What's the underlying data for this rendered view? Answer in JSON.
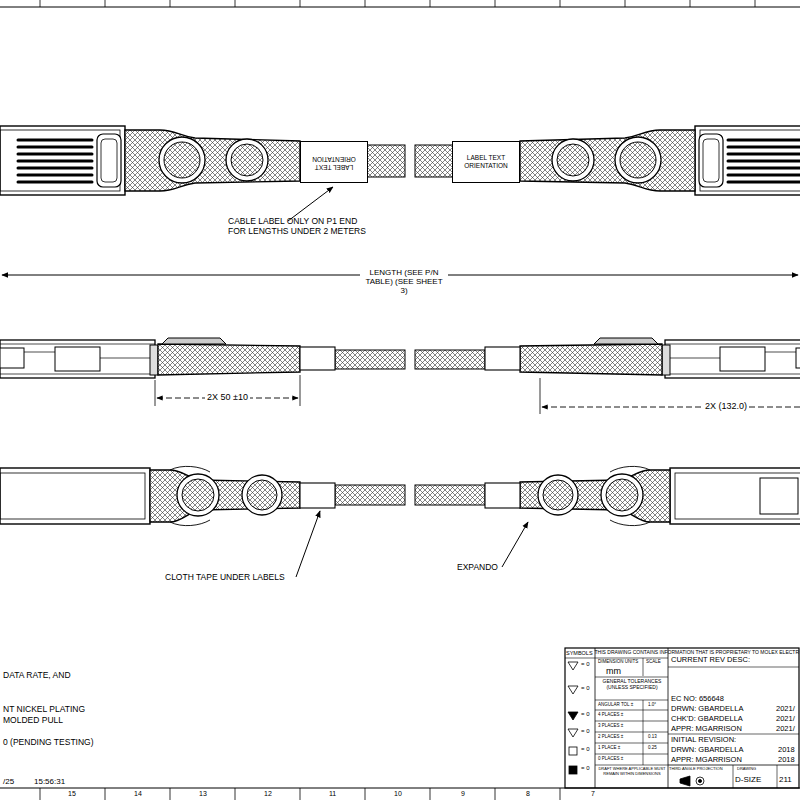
{
  "diagram": {
    "nodes": [
      {
        "text": [
          "LABEL TEXT ORIENTATION"
        ]
      },
      {
        "text": [
          "LABEL TEXT ORIENTATION"
        ]
      }
    ],
    "labels": [
      "CABLE LABEL ONLY ON P1 END FOR LENGTHS UNDER 2 METERS",
      "LENGTH (SEE P/N TABLE) (SEE SHEET 3)",
      "2X 50 ±10",
      "2X (132.0)",
      "CLOTH TAPE UNDER LABELS",
      "EXPANDO",
      "DATA RATE, AND",
      "NT NICKEL PLATING",
      "MOLDED PULL",
      "0 (PENDING TESTING)",
      "/25",
      "15:56:31",
      "15",
      "14",
      "13",
      "12",
      "11",
      "10",
      "9",
      "8",
      "7",
      "SYMBOLS",
      "THIS DRAWING CONTAINS INFORMATION THAT IS PROPRIETARY TO MOLEX ELECTR",
      "DIMENSION UNITS",
      "SCALE",
      "mm",
      "GENERAL TOLERANCES (UNLESS SPECIFIED)",
      "ANGULAR TOL ±",
      "1.0°",
      "4 PLACES ±",
      "3 PLACES ±",
      "2 PLACES ±",
      "0.13",
      "1 PLACE ±",
      "0.25",
      "0 PLACES ±",
      "DRAFT WHERE APPLICABLE MUST REMAIN WITHIN DIMENSIONS",
      "= 0",
      "= 0",
      "= 0",
      "= 0",
      "= 0",
      "= 0",
      "CURRENT REV DESC:",
      "EC NO: 656648",
      "DRWN: GBARDELLA",
      "2021/",
      "CHK'D: GBARDELLA",
      "2021/",
      "APPR: MGARRISON",
      "2021/",
      "INITIAL REVISION:",
      "DRWN: GBARDELLA",
      "2018",
      "APPR: MGARRISON",
      "2018",
      "THIRD ANGLE PROJECTION",
      "DRAWING",
      "D-SIZE",
      "211"
    ]
  }
}
